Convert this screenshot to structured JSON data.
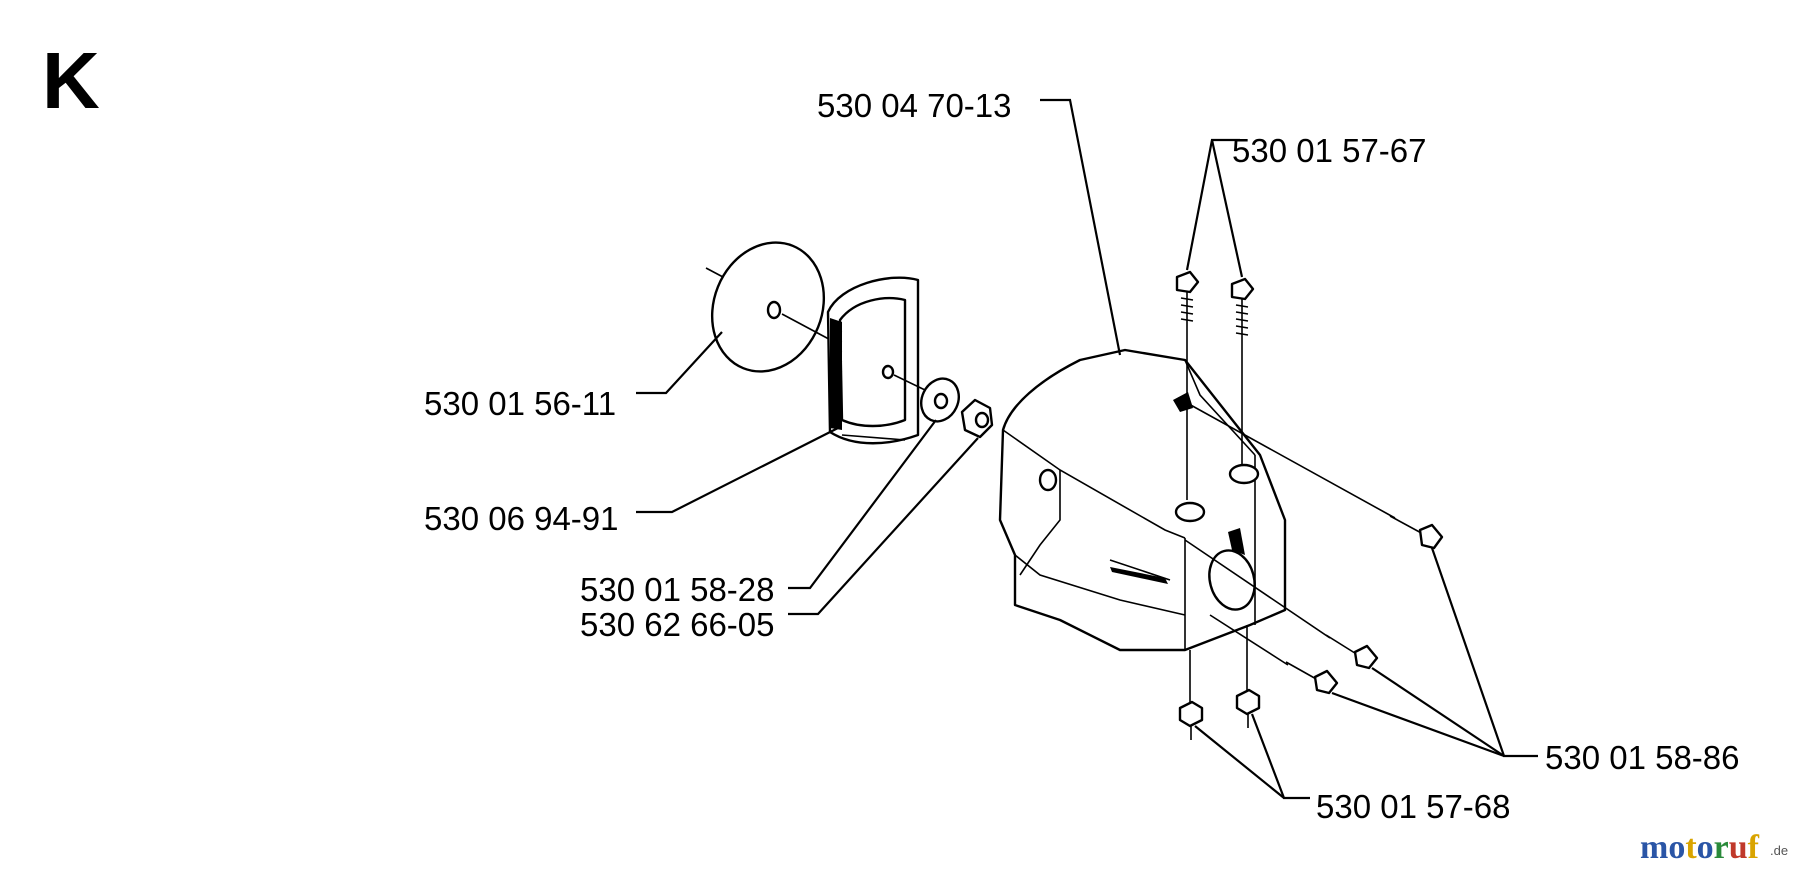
{
  "section_letter": "K",
  "part_labels": {
    "housing": "530 04 70-13",
    "top_screws": "530 01 57-67",
    "disc": "530 01 56-11",
    "guard": "530 06 94-91",
    "washer": "530 01 58-28",
    "nut": "530 62 66-05",
    "side_screws": "530 01 58-86",
    "bottom_nuts": "530 01 57-68"
  },
  "watermark": {
    "text": "motoruf",
    "suffix": ".de",
    "colors": [
      "#2a55a6",
      "#2a55a6",
      "#d9a400",
      "#2a55a6",
      "#2a8a3a",
      "#c0392b",
      "#d9a400"
    ]
  }
}
